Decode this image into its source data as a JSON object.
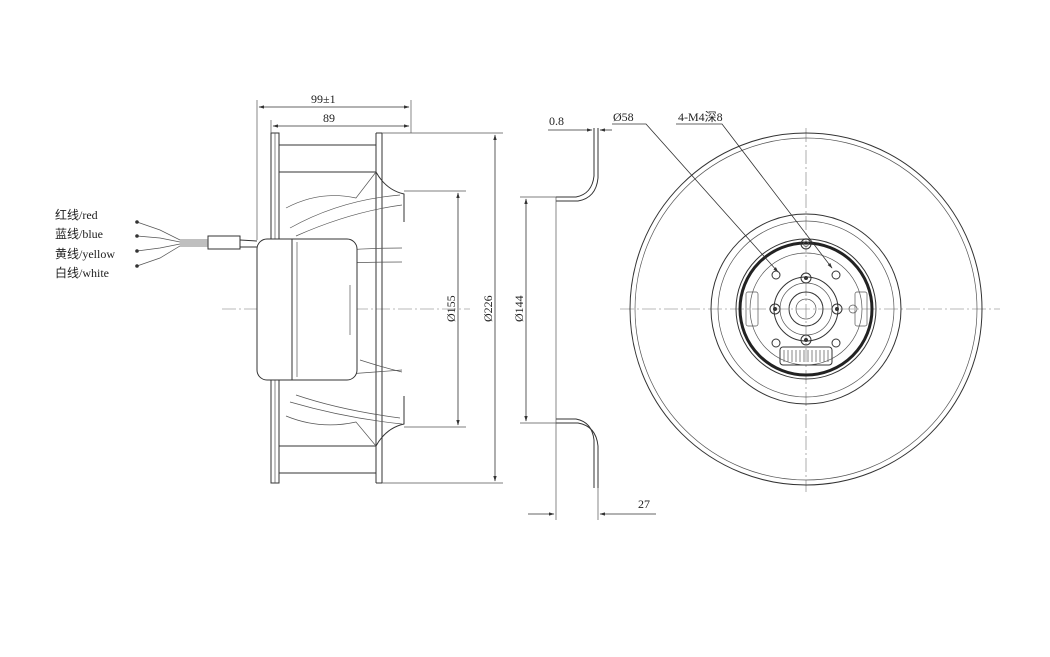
{
  "wires": {
    "red": "红线/red",
    "blue": "蓝线/blue",
    "yellow": "黄线/yellow",
    "white": "白线/white"
  },
  "side_view": {
    "overall_length": "99±1",
    "body_length": "89",
    "inlet_diameter": "Ø155",
    "outer_diameter": "Ø226"
  },
  "section_view": {
    "wall_thickness": "0.8",
    "flange_diameter": "Ø58",
    "inlet_ring_diameter": "Ø144",
    "depth": "27"
  },
  "front_view": {
    "mount_holes": "4-M4深8"
  },
  "colors": {
    "line": "#333333",
    "background": "#ffffff"
  }
}
